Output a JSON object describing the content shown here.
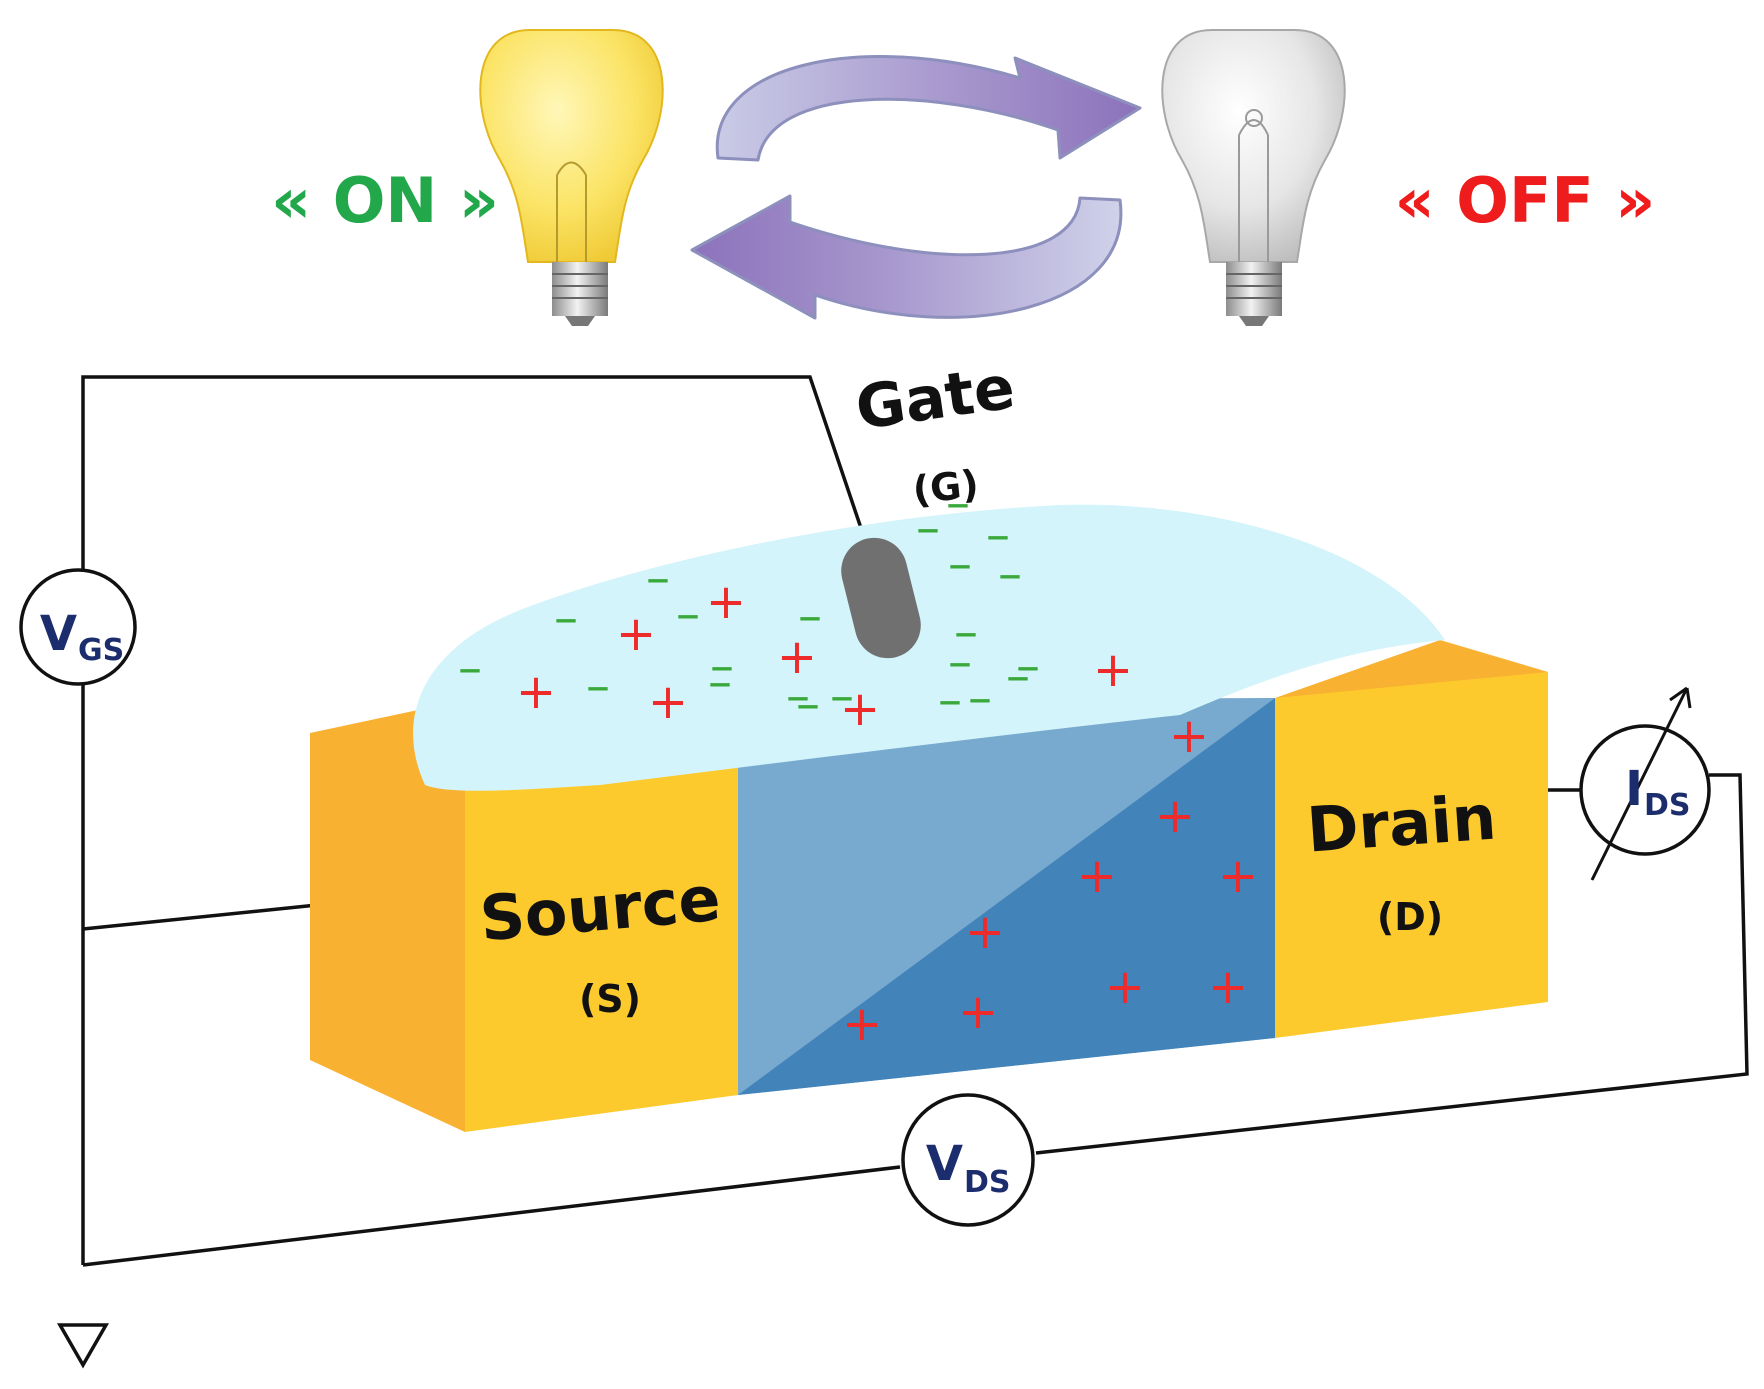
{
  "states": {
    "on": "« ON »",
    "off": "« OFF »"
  },
  "gate": {
    "name": "Gate",
    "symbol": "(G)"
  },
  "source": {
    "name": "Source",
    "symbol": "(S)"
  },
  "drain": {
    "name": "Drain",
    "symbol": "(D)"
  },
  "meters": {
    "vgs": {
      "main": "V",
      "sub": "GS"
    },
    "ids": {
      "main": "I",
      "sub": "DS"
    },
    "vds": {
      "main": "V",
      "sub": "DS"
    }
  },
  "charges": {
    "positive": "+",
    "negative": "–"
  },
  "colors": {
    "on": "#22a84a",
    "off": "#ee1c1c",
    "electrode_front": "#fdca2e",
    "electrode_side": "#f9b132",
    "channel_light": "#78a9cf",
    "channel_dark": "#4283ba",
    "electrolyte": "#d3f4fa",
    "gate_electrode": "#707070",
    "meter_text": "#1c2d6e"
  }
}
